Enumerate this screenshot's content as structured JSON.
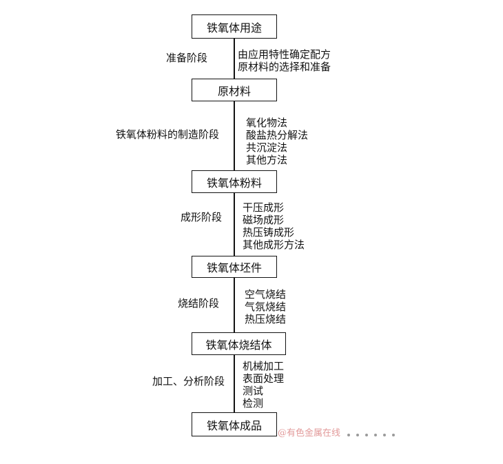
{
  "boxes": [
    "铁氧体用途",
    "原材料",
    "铁氧体粉料",
    "铁氧体坯件",
    "铁氧体烧结体",
    "铁氧体成品"
  ],
  "stages": [
    {
      "label": "准备阶段",
      "methods": [
        "由应用特性确定配方",
        "原材料的选择和准备"
      ]
    },
    {
      "label": "铁氧体粉料的制造阶段",
      "methods": [
        "氧化物法",
        "酸盐热分解法",
        "共沉淀法",
        "其他方法"
      ]
    },
    {
      "label": "成形阶段",
      "methods": [
        "干压成形",
        "磁场成形",
        "热压铸成形",
        "其他成形方法"
      ]
    },
    {
      "label": "烧结阶段",
      "methods": [
        "空气烧结",
        "气氛烧结",
        "热压烧结"
      ]
    },
    {
      "label": "加工、分析阶段",
      "methods": [
        "机械加工",
        "表面处理",
        "测试",
        "检测"
      ]
    }
  ],
  "watermark": "@有色金属在线"
}
